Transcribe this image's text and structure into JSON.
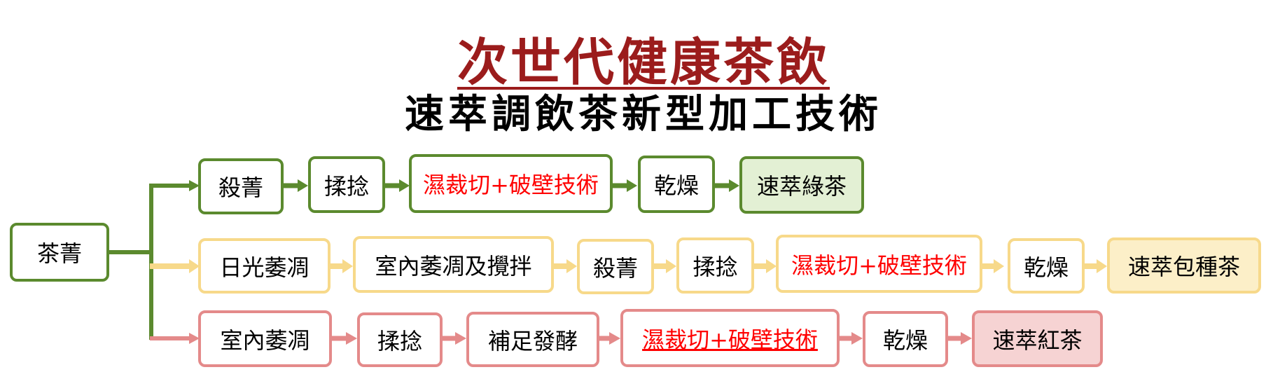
{
  "title": "次世代健康茶飲",
  "subtitle": "速萃調飲茶新型加工技術",
  "source": "茶菁",
  "colors": {
    "title": "#9b1c1c",
    "green": "#5b8a2e",
    "yellow": "#f7d98a",
    "red": "#e48a8a",
    "highlight_text": "#ff0000"
  },
  "rows": [
    {
      "name": "green-tea",
      "steps": [
        "殺菁",
        "揉捻",
        "濕裁切+破壁技術",
        "乾燥"
      ],
      "product": "速萃綠茶"
    },
    {
      "name": "pouchong-tea",
      "steps": [
        "日光萎凋",
        "室內萎凋及攪拌",
        "殺菁",
        "揉捻",
        "濕裁切+破壁技術",
        "乾燥"
      ],
      "product": "速萃包種茶"
    },
    {
      "name": "black-tea",
      "steps": [
        "室內萎凋",
        "揉捻",
        "補足發酵",
        "濕裁切+破壁技術",
        "乾燥"
      ],
      "product": "速萃紅茶"
    }
  ]
}
